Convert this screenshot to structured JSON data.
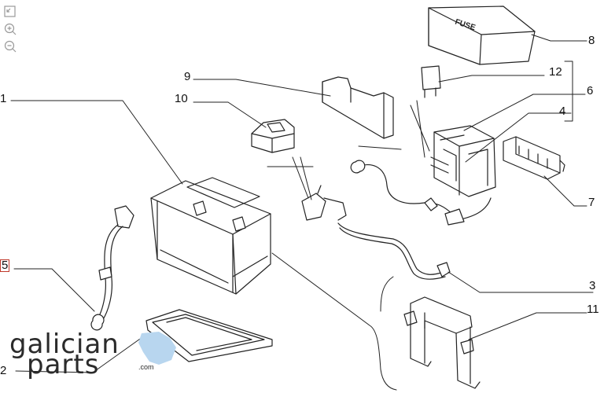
{
  "toolbar": {
    "tools": [
      {
        "name": "fit-page",
        "icon": "fit-screen-icon"
      },
      {
        "name": "zoom-in",
        "icon": "zoom-in-icon"
      },
      {
        "name": "zoom-out",
        "icon": "zoom-out-icon"
      }
    ]
  },
  "diagram": {
    "fuse_box_text": "FUSE",
    "callouts": [
      {
        "id": "1",
        "text": "1"
      },
      {
        "id": "2",
        "text": "2"
      },
      {
        "id": "3",
        "text": "3"
      },
      {
        "id": "4",
        "text": "4"
      },
      {
        "id": "5",
        "text": "5",
        "highlighted": true
      },
      {
        "id": "6",
        "text": "6"
      },
      {
        "id": "7",
        "text": "7"
      },
      {
        "id": "8",
        "text": "8"
      },
      {
        "id": "9",
        "text": "9"
      },
      {
        "id": "10",
        "text": "10"
      },
      {
        "id": "11",
        "text": "11"
      },
      {
        "id": "12",
        "text": "12"
      }
    ],
    "highlight_color": "#c0392b"
  },
  "watermark": {
    "line1": "galician",
    "line2": "parts",
    "domain": ".com",
    "accent_color": "#b8d6ef"
  }
}
